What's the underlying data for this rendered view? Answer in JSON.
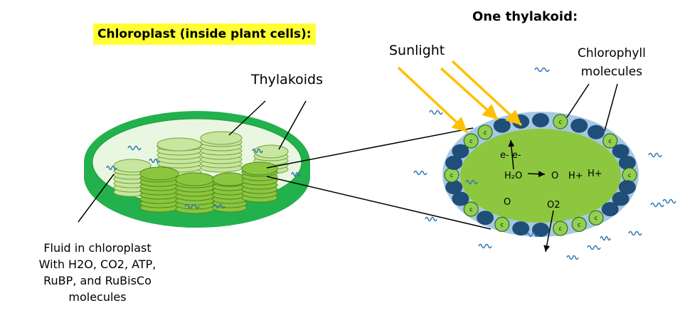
{
  "titles": {
    "chloroplast": "Chloroplast (inside plant cells):",
    "thylakoid": "One thylakoid:"
  },
  "labels": {
    "thylakoids": "Thylakoids",
    "sunlight": "Sunlight",
    "chlorophyll": [
      "Chlorophyll",
      "molecules"
    ],
    "fluid": [
      "Fluid in chloroplast",
      "With H2O, CO2, ATP,",
      "RuBP, and RuBisCo",
      "molecules"
    ]
  },
  "thylakoid_interior": {
    "electrons": "e- e-",
    "water": "H₂O",
    "oxygen_atom": "O",
    "hydrogen_ions": [
      "H+",
      "H+"
    ],
    "oxygen_atom_2": "O",
    "oxygen_molecule": "O2",
    "chlorophyll_mark": "c"
  },
  "colors": {
    "title_highlight": "#ffff33",
    "chloroplast_rim": "#22b14c",
    "chloroplast_inner": "#e9f7e2",
    "stack_light": "#c8e6a0",
    "stack_dark": "#8cc63f",
    "membrane": "#a7c8e2",
    "lumen": "#8dc73f",
    "dark_dot": "#1f4e79",
    "chlorophyll_dot": "#92d050",
    "sunlight": "#ffc000",
    "squiggle": "#2e75b6"
  },
  "icons": [
    "sunlight-ray-icon",
    "chlorophyll-molecule-icon",
    "squiggle-molecule-icon"
  ]
}
